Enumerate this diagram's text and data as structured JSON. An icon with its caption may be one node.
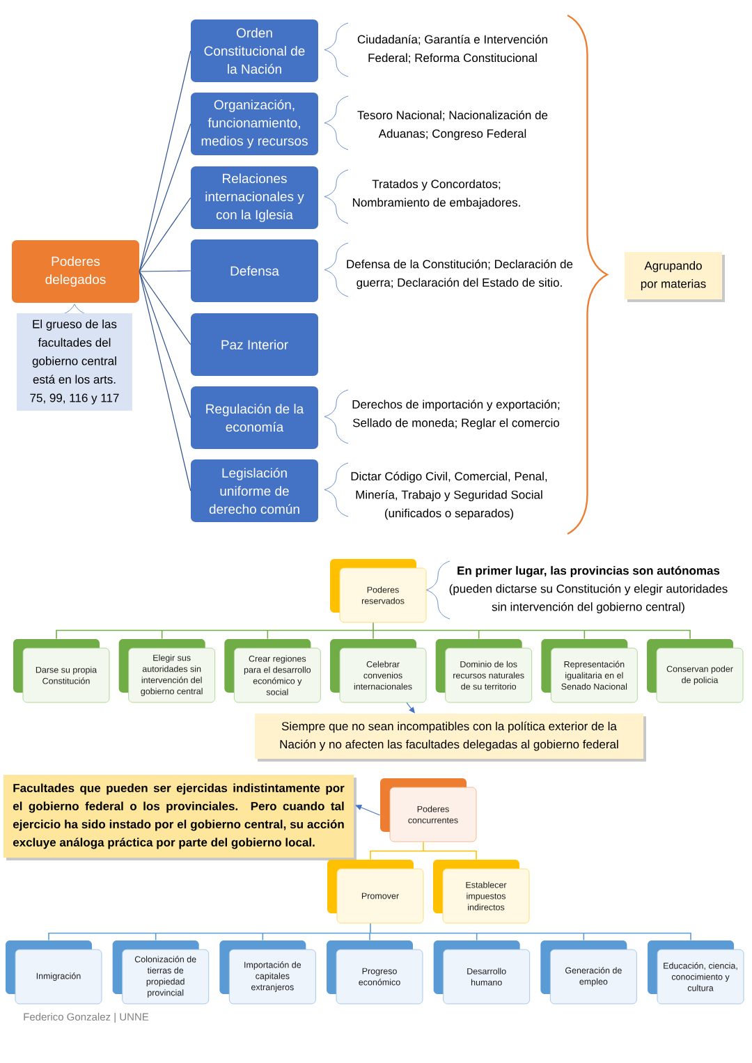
{
  "diagram": {
    "nodes": [
      {
        "text": [
          "Poderes delegados"
        ]
      },
      {
        "text": [
          "El grueso de las facultades del gobierno central está en los arts. 75, 99, 116 y 117"
        ]
      },
      {
        "text": [
          "Orden Constitucional de la Nación"
        ]
      },
      {
        "text": [
          "Organización, funcionamiento, medios y recursos"
        ]
      },
      {
        "text": [
          "Relaciones internacionales y con la Iglesia"
        ]
      },
      {
        "text": [
          "Defensa"
        ]
      },
      {
        "text": [
          "Paz Interior"
        ]
      },
      {
        "text": [
          "Regulación de la economía"
        ]
      },
      {
        "text": [
          "Legislación uniforme de derecho común"
        ]
      },
      {
        "text": [
          "Agrupando por materias"
        ]
      },
      {
        "text": [
          "Poderes reservados"
        ],
        "beside": [
          "En primer lugar, las provincias son autónomas",
          "(pueden dictarse su Constitución y elegir autoridades sin intervención del gobierno central)"
        ]
      },
      {
        "text": [
          "Darse su propia Constitución"
        ]
      },
      {
        "text": [
          "Elegir sus autoridades sin intervención del gobierno central"
        ]
      },
      {
        "text": [
          "Crear regiones para el desarrollo económico y social"
        ]
      },
      {
        "text": [
          "Celebrar convenios internacionales"
        ]
      },
      {
        "text": [
          "Dominio de los recursos naturales de su territorio"
        ]
      },
      {
        "text": [
          "Representación igualitaria en el Senado Nacional"
        ]
      },
      {
        "text": [
          "Conservan poder de policia"
        ]
      },
      {
        "text": [
          "Siempre que no sean incompatibles con la política exterior de la Nación y no afecten las facultades delegadas al gobierno federal"
        ]
      },
      {
        "text": [
          "Facultades que pueden ser ejercidas indistintamente por el gobierno federal o los provinciales. Pero cuando tal ejercicio ha sido instado por el gobierno central, su acción excluye análoga práctica por parte del gobierno local."
        ]
      },
      {
        "text": [
          "Poderes concurrentes"
        ]
      },
      {
        "text": [
          "Promover"
        ]
      },
      {
        "text": [
          "Establecer impuestos indirectos"
        ]
      },
      {
        "text": [
          "Inmigración"
        ]
      },
      {
        "text": [
          "Colonización de tierras de propiedad provincial"
        ]
      },
      {
        "text": [
          "Importación de capitales extranjeros"
        ]
      },
      {
        "text": [
          "Progreso económico"
        ]
      },
      {
        "text": [
          "Desarrollo humano"
        ]
      },
      {
        "text": [
          "Generación de empleo"
        ]
      },
      {
        "text": [
          "Educación, ciencia, conocimiento y cultura"
        ]
      }
    ],
    "edges": [
      {
        "from": 0,
        "to": 2,
        "arrow": "none"
      },
      {
        "from": 0,
        "to": 3,
        "arrow": "none"
      },
      {
        "from": 0,
        "to": 4,
        "arrow": "none"
      },
      {
        "from": 0,
        "to": 5,
        "arrow": "none"
      },
      {
        "from": 0,
        "to": 6,
        "arrow": "none"
      },
      {
        "from": 0,
        "to": 7,
        "arrow": "none"
      },
      {
        "from": 0,
        "to": 8,
        "arrow": "none"
      },
      {
        "from": 10,
        "to": 11,
        "arrow": "none",
        "color": "#70AD47"
      },
      {
        "from": 10,
        "to": 12,
        "arrow": "none",
        "color": "#70AD47"
      },
      {
        "from": 10,
        "to": 13,
        "arrow": "none",
        "color": "#70AD47"
      },
      {
        "from": 10,
        "to": 14,
        "arrow": "none",
        "color": "#70AD47"
      },
      {
        "from": 10,
        "to": 15,
        "arrow": "none",
        "color": "#70AD47"
      },
      {
        "from": 10,
        "to": 16,
        "arrow": "none",
        "color": "#70AD47"
      },
      {
        "from": 10,
        "to": 17,
        "arrow": "none",
        "color": "#70AD47"
      },
      {
        "from": 14,
        "to": 18,
        "arrow": "to",
        "color": "#4472C4"
      },
      {
        "from": 20,
        "to": 19,
        "arrow": "to",
        "color": "#4472C4"
      },
      {
        "from": 20,
        "to": 21,
        "arrow": "none",
        "color": "#FFC000"
      },
      {
        "from": 20,
        "to": 22,
        "arrow": "none",
        "color": "#FFC000"
      },
      {
        "from": 21,
        "to": 23,
        "arrow": "none",
        "color": "#5B9BD5"
      },
      {
        "from": 21,
        "to": 24,
        "arrow": "none",
        "color": "#5B9BD5"
      },
      {
        "from": 21,
        "to": 25,
        "arrow": "none",
        "color": "#5B9BD5"
      },
      {
        "from": 21,
        "to": 26,
        "arrow": "none",
        "color": "#5B9BD5"
      },
      {
        "from": 21,
        "to": 27,
        "arrow": "none",
        "color": "#5B9BD5"
      },
      {
        "from": 21,
        "to": 28,
        "arrow": "none",
        "color": "#5B9BD5"
      },
      {
        "from": 21,
        "to": 29,
        "arrow": "none",
        "color": "#5B9BD5"
      }
    ],
    "labels": [
      "Ciudadanía; Garantía e Intervención Federal; Reforma Constitucional",
      "Tesoro Nacional; Nacionalización de Aduanas; Congreso Federal",
      "Tratados y Concordatos; Nombramiento de embajadores.",
      "Defensa de la Constitución; Declaración de guerra; Declaración del Estado de sitio.",
      "Derechos de importación y exportación; Sellado de moneda; Reglar el comercio",
      "Dictar Código Civil, Comercial, Penal, Minería, Trabajo y Seguridad Social (unificados o separados)",
      "Federico Gonzalez | UNNE"
    ]
  }
}
